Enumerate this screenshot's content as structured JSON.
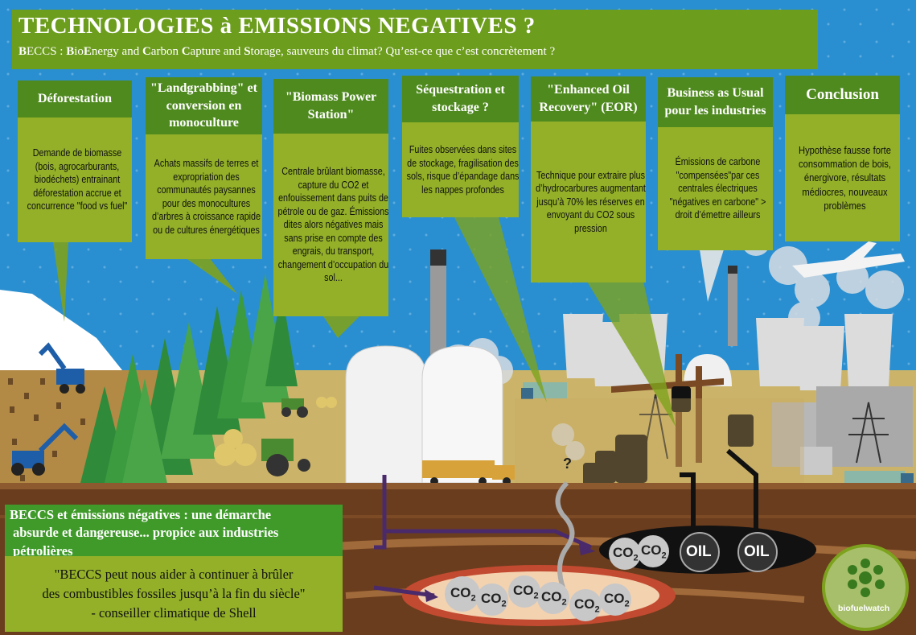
{
  "header": {
    "title": "TECHNOLOGIES à EMISSIONS NEGATIVES ?",
    "subtitle_parts": [
      "B",
      "ECCS : ",
      "B",
      "io",
      "E",
      "nergy and ",
      "C",
      "arbon ",
      "C",
      "apture and ",
      "S",
      "torage, sauveurs du climat? Qu’est-ce que c’est concrètement ?"
    ]
  },
  "panels": [
    {
      "header": "Déforestation",
      "body": "Demande de biomasse (bois, agrocarburants, biodéchets) entrainant déforestation accrue et concurrence \"food vs fuel\""
    },
    {
      "header": "\"Landgrabbing\" et conversion en monoculture",
      "body": "Achats massifs de terres et expropriation des communautés paysannes pour des monocultures d’arbres à croissance rapide ou de cultures énergétiques"
    },
    {
      "header": "\"Biomass Power Station\"",
      "body": "Centrale brûlant biomasse, capture du CO2 et enfouissement dans puits de pétrole ou de gaz. Émissions dites alors négatives mais sans prise en compte des engrais, du transport, changement d’occupation du sol..."
    },
    {
      "header": "Séquestration et stockage ?",
      "body": "Fuites observées dans sites de stockage, fragilisation des sols, risque d’épandage dans les nappes profondes"
    },
    {
      "header": "\"Enhanced Oil Recovery\" (EOR)",
      "body": "Technique pour extraire plus d’hydrocarbures augmentant jusqu’à 70% les réserves en envoyant du CO2 sous pression"
    },
    {
      "header": "Business as Usual pour les industries",
      "body": "Émissions de carbone \"compensées\"par ces centrales électriques \"négatives en carbone\" > droit d’émettre ailleurs"
    },
    {
      "header": "Conclusion",
      "body": "Hypothèse fausse forte consommation de bois, énergivore, résultats médiocres, nouveaux problèmes"
    }
  ],
  "bottom": {
    "heading_line1": "BECCS et émissions négatives : une démarche",
    "heading_line2": "absurde et dangereuse... propice aux industries pétrolières",
    "quote_line1": "\"BECCS peut nous aider à continuer à brûler",
    "quote_line2": "des combustibles fossiles jusqu’à la fin du siècle\"",
    "quote_line3": "- conseiller climatique de Shell"
  },
  "underground": {
    "co2_label": "CO",
    "co2_sub": "2",
    "oil_label": "OIL",
    "question": "?"
  },
  "logo": {
    "text": "biofuelwatch"
  },
  "colors": {
    "sky": "#2a8fd0",
    "box_dark": "#4f8a1f",
    "box_light": "#93b028",
    "soil": "#6a3d1e"
  }
}
